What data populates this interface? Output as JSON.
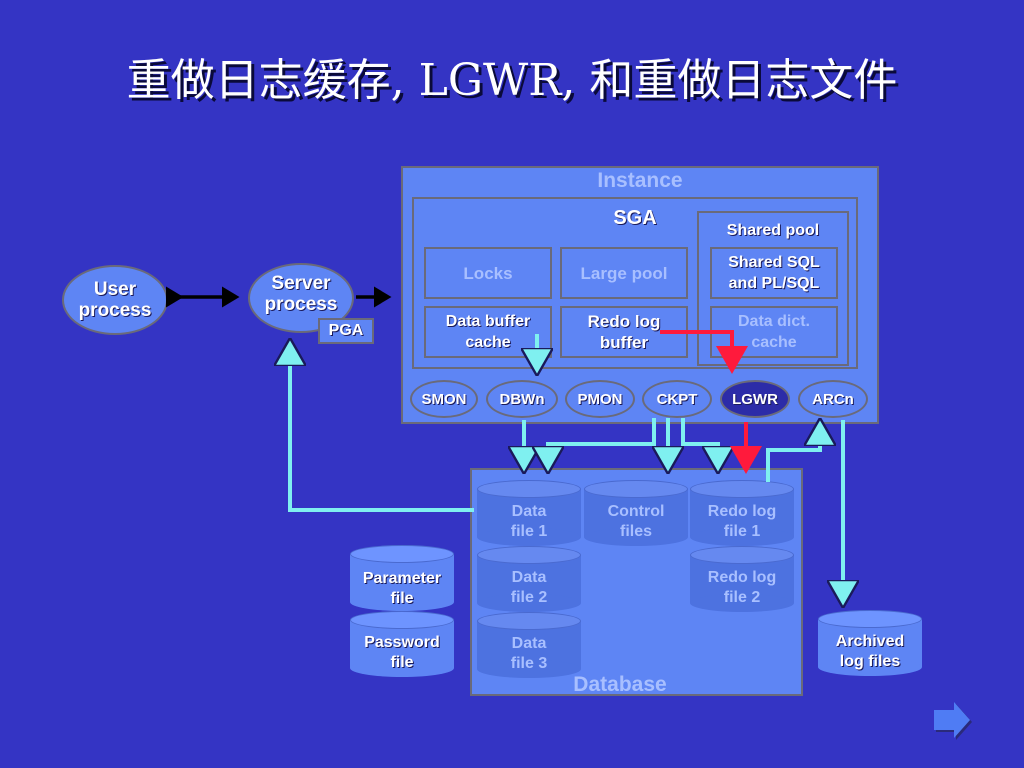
{
  "title": "重做日志缓存, LGWR, 和重做日志文件",
  "instance": {
    "label": "Instance",
    "sga": {
      "label": "SGA",
      "locks": "Locks",
      "large_pool": "Large pool",
      "data_buffer_cache": [
        "Data buffer",
        "cache"
      ],
      "redo_log_buffer": [
        "Redo log",
        "buffer"
      ],
      "shared_pool": {
        "label": "Shared pool",
        "shared_sql": [
          "Shared SQL",
          "and PL/SQL"
        ],
        "data_dict_cache": [
          "Data dict.",
          "cache"
        ]
      }
    },
    "processes": {
      "smon": "SMON",
      "dbwn": "DBWn",
      "pmon": "PMON",
      "ckpt": "CKPT",
      "lgwr": "LGWR",
      "arcn": "ARCn"
    }
  },
  "user_process": [
    "User",
    "process"
  ],
  "server_process": [
    "Server",
    "process"
  ],
  "pga": "PGA",
  "database": {
    "label": "Database",
    "data_file_1": [
      "Data",
      "file 1"
    ],
    "data_file_2": [
      "Data",
      "file 2"
    ],
    "data_file_3": [
      "Data",
      "file 3"
    ],
    "control_files": [
      "Control",
      "files"
    ],
    "redo_log_file_1": [
      "Redo log",
      "file 1"
    ],
    "redo_log_file_2": [
      "Redo log",
      "file 2"
    ]
  },
  "parameter_file": [
    "Parameter",
    "file"
  ],
  "password_file": [
    "Password",
    "file"
  ],
  "archived_log_files": [
    "Archived",
    "log files"
  ],
  "colors": {
    "background": "#3434c4",
    "box": "#5e85f4",
    "arrow_cyan": "#7ff0f0",
    "arrow_red": "#ff1a3c"
  }
}
